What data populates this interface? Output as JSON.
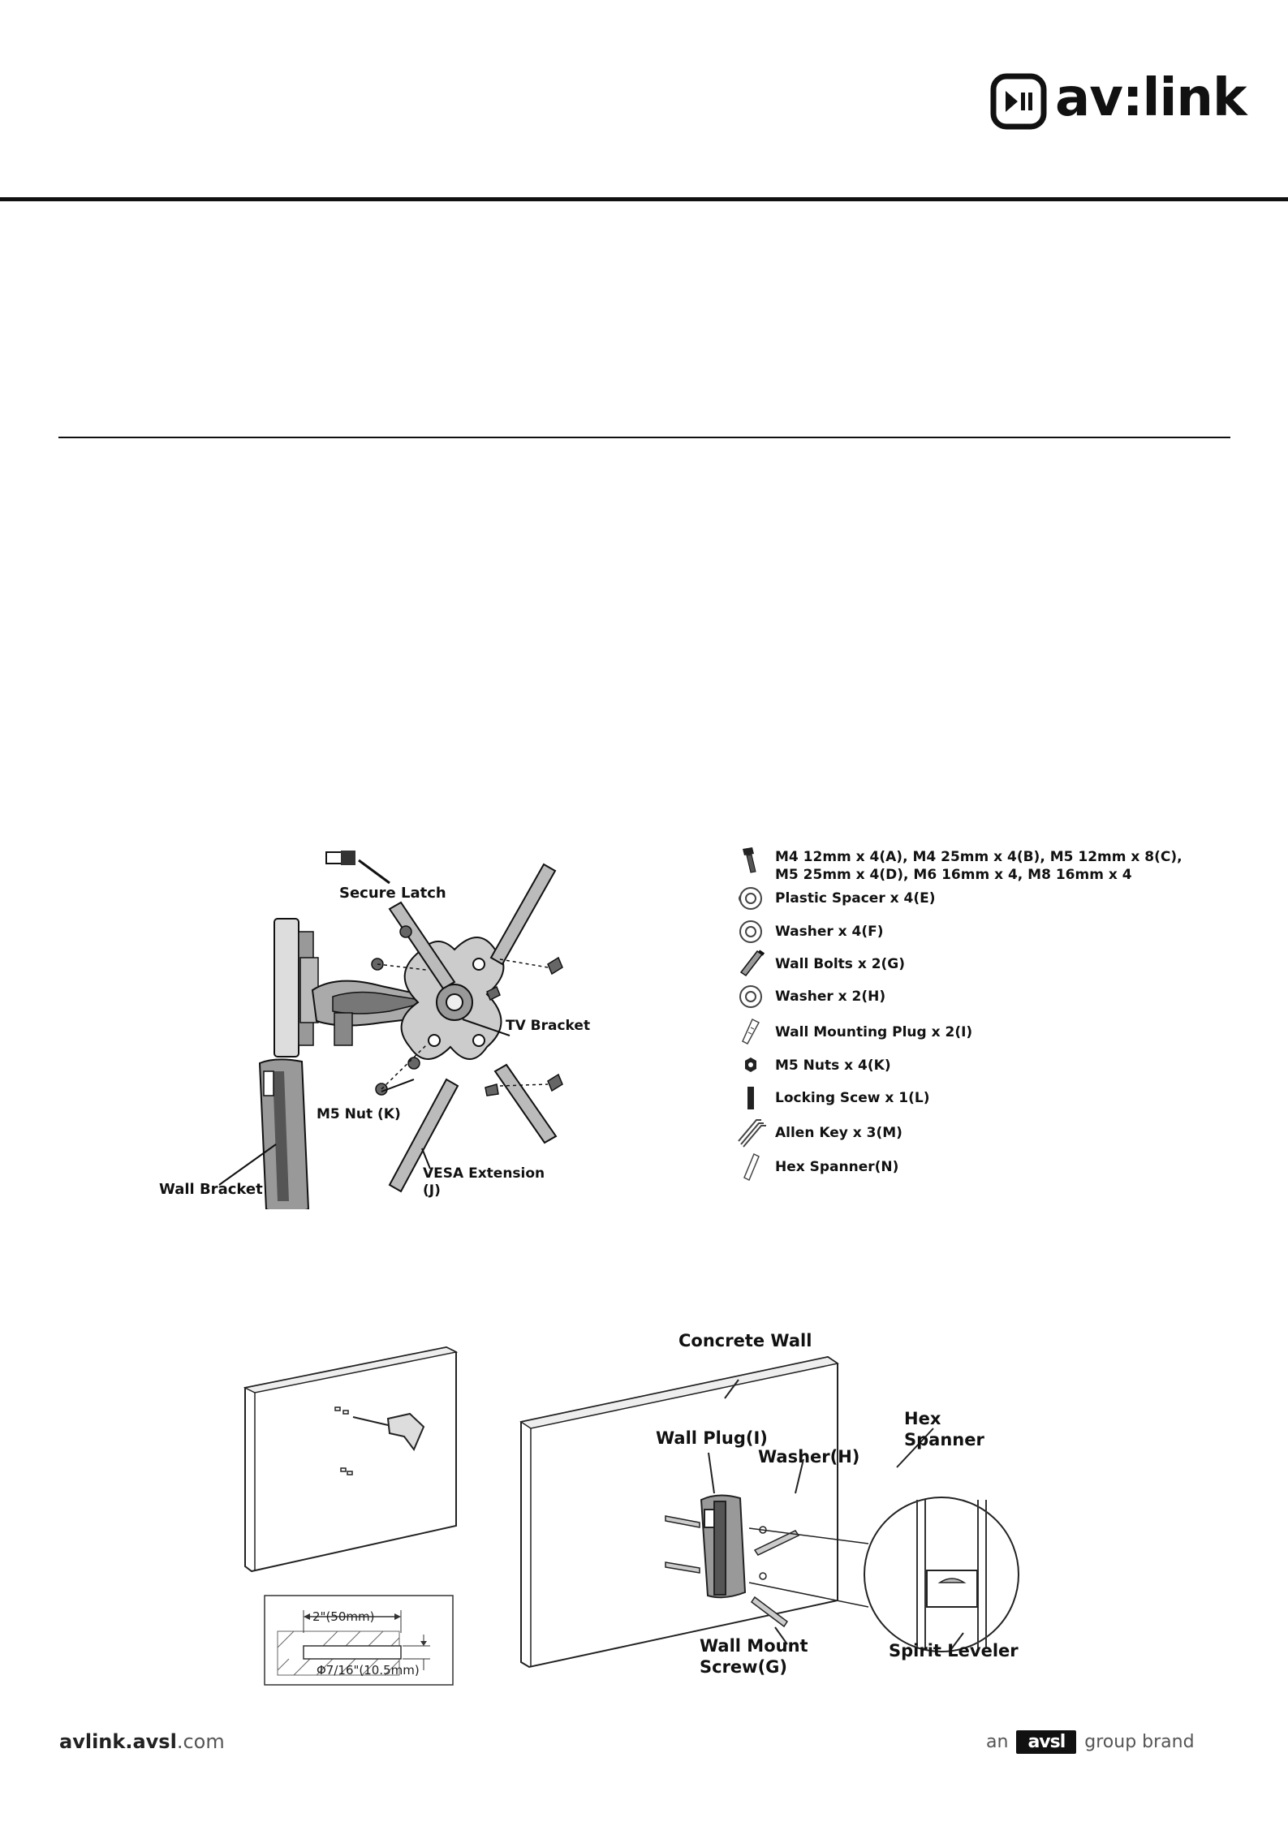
{
  "brand": {
    "name": "av:link"
  },
  "parts_diagram": {
    "labels": {
      "secure_latch": "Secure Latch",
      "tv_bracket": "TV Bracket",
      "m5_nut": "M5 Nut (K)",
      "wall_bracket": "Wall Bracket",
      "vesa_extension": "VESA Extension",
      "vesa_extension_code": "(J)"
    }
  },
  "parts_list": {
    "items": [
      {
        "label": "M4 12mm x 4(A), M4 25mm x 4(B), M5 12mm x 8(C),",
        "label2": "M5 25mm x 4(D), M6 16mm x 4, M8 16mm x 4",
        "icon": "screw-icon"
      },
      {
        "label": "Plastic Spacer x 4(E)",
        "icon": "spacer-icon"
      },
      {
        "label": "Washer x 4(F)",
        "icon": "washer-icon"
      },
      {
        "label": "Wall Bolts x 2(G)",
        "icon": "bolt-icon"
      },
      {
        "label": "Washer x 2(H)",
        "icon": "washer-icon"
      },
      {
        "label": "Wall Mounting Plug x 2(I)",
        "icon": "plug-icon"
      },
      {
        "label": "M5 Nuts x 4(K)",
        "icon": "nut-icon"
      },
      {
        "label": "Locking Scew x 1(L)",
        "icon": "locking-screw-icon"
      },
      {
        "label": "Allen Key x 3(M)",
        "icon": "allen-key-icon"
      },
      {
        "label": "Hex Spanner(N)",
        "icon": "hex-spanner-icon"
      }
    ]
  },
  "installation_diagram": {
    "labels": {
      "concrete_wall": "Concrete Wall",
      "wall_plug": "Wall Plug(I)",
      "washer": "Washer(H)",
      "hex": "Hex",
      "spanner": "Spanner",
      "wall_mount": "Wall Mount",
      "screw": "Screw(G)",
      "spirit_leveler": "Spirit Leveler",
      "depth": "2\"(50mm)",
      "diameter": "Φ7/16\"(10.5mm)"
    }
  },
  "footer": {
    "website_bold": "avlink.avsl",
    "website_suffix": ".com",
    "brand_prefix": "an",
    "brand_logo": "avsl",
    "brand_suffix": "group brand"
  }
}
